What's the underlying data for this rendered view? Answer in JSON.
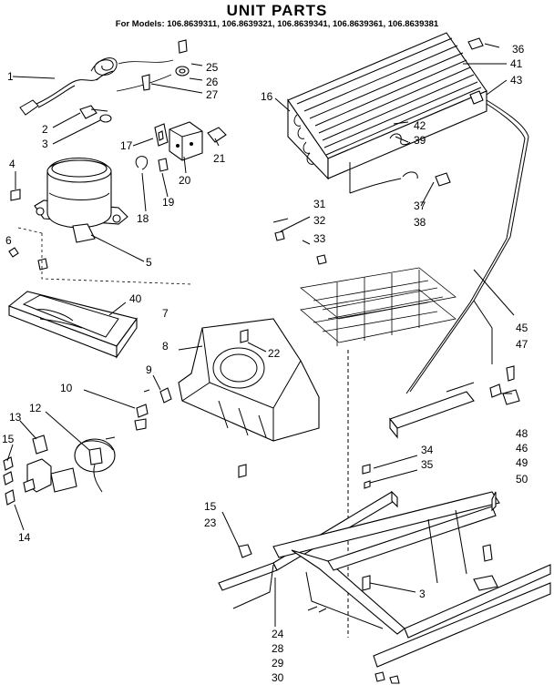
{
  "header": {
    "title": "UNIT PARTS",
    "models": "For Models: 106.8639311, 106.8639321, 106.8639341, 106.8639361, 106.8639381"
  },
  "callouts": [
    {
      "id": "c1",
      "text": "1"
    },
    {
      "id": "c2",
      "text": "2"
    },
    {
      "id": "c3",
      "text": "3"
    },
    {
      "id": "c4",
      "text": "4"
    },
    {
      "id": "c5",
      "text": "5"
    },
    {
      "id": "c6",
      "text": "6"
    },
    {
      "id": "c7",
      "text": "7"
    },
    {
      "id": "c8",
      "text": "8"
    },
    {
      "id": "c9",
      "text": "9"
    },
    {
      "id": "c10",
      "text": "10"
    },
    {
      "id": "c12",
      "text": "12"
    },
    {
      "id": "c13",
      "text": "13"
    },
    {
      "id": "c14",
      "text": "14"
    },
    {
      "id": "c15a",
      "text": "15"
    },
    {
      "id": "c15b",
      "text": "15"
    },
    {
      "id": "c16",
      "text": "16"
    },
    {
      "id": "c17",
      "text": "17"
    },
    {
      "id": "c18",
      "text": "18"
    },
    {
      "id": "c19",
      "text": "19"
    },
    {
      "id": "c20",
      "text": "20"
    },
    {
      "id": "c21",
      "text": "21"
    },
    {
      "id": "c22",
      "text": "22"
    },
    {
      "id": "c23",
      "text": "23"
    },
    {
      "id": "c24",
      "text": "24"
    },
    {
      "id": "c25",
      "text": "25"
    },
    {
      "id": "c26",
      "text": "26"
    },
    {
      "id": "c27",
      "text": "27"
    },
    {
      "id": "c28",
      "text": "28"
    },
    {
      "id": "c29",
      "text": "29"
    },
    {
      "id": "c30",
      "text": "30"
    },
    {
      "id": "c31",
      "text": "31"
    },
    {
      "id": "c32",
      "text": "32"
    },
    {
      "id": "c33",
      "text": "33"
    },
    {
      "id": "c34",
      "text": "34"
    },
    {
      "id": "c35",
      "text": "35"
    },
    {
      "id": "c36",
      "text": "36"
    },
    {
      "id": "c37",
      "text": "37"
    },
    {
      "id": "c38",
      "text": "38"
    },
    {
      "id": "c39",
      "text": "39"
    },
    {
      "id": "c40",
      "text": "40"
    },
    {
      "id": "c41",
      "text": "41"
    },
    {
      "id": "c42",
      "text": "42"
    },
    {
      "id": "c43",
      "text": "43"
    },
    {
      "id": "c45",
      "text": "45"
    },
    {
      "id": "c46",
      "text": "46"
    },
    {
      "id": "c47",
      "text": "47"
    },
    {
      "id": "c48",
      "text": "48"
    },
    {
      "id": "c49",
      "text": "49"
    },
    {
      "id": "c50",
      "text": "50"
    },
    {
      "id": "c3b",
      "text": "3"
    }
  ]
}
